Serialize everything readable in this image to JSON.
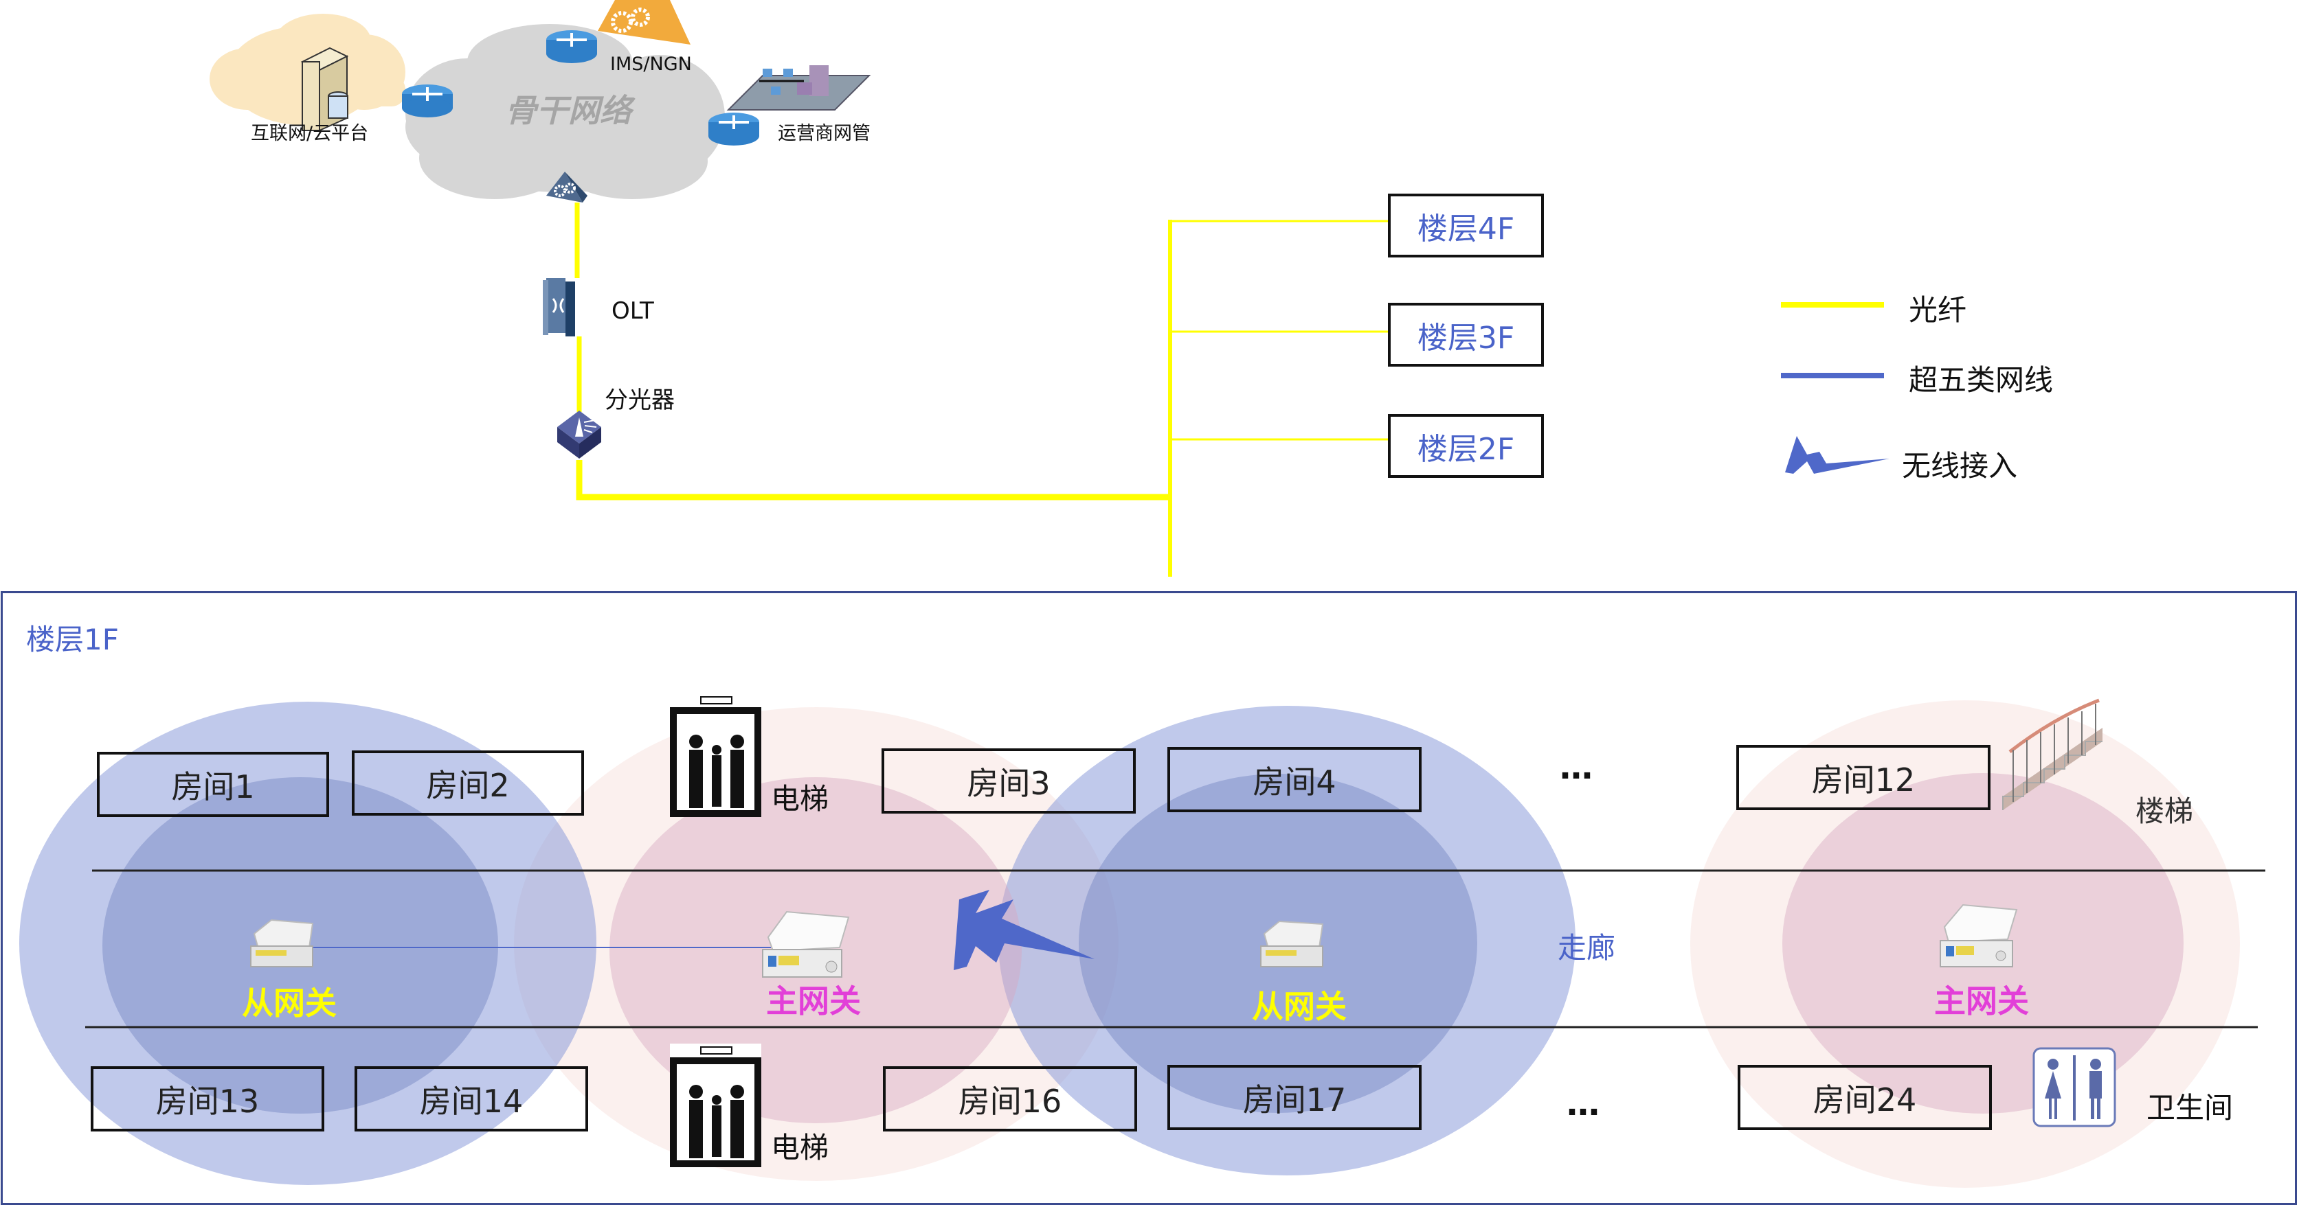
{
  "backbone": {
    "cloud_label": "骨干网络",
    "internet_label": "互联网/云平台",
    "ims_label": "IMS/NGN",
    "operator_label": "运营商网管"
  },
  "access": {
    "olt_label": "OLT",
    "splitter_label": "分光器"
  },
  "floors": [
    {
      "label": "楼层4F"
    },
    {
      "label": "楼层3F"
    },
    {
      "label": "楼层2F"
    }
  ],
  "legend": {
    "items": [
      {
        "label": "光纤",
        "color": "#ffff00",
        "kind": "line"
      },
      {
        "label": "超五类网线",
        "color": "#4f68c9",
        "kind": "line"
      },
      {
        "label": "无线接入",
        "color": "#4f68c9",
        "kind": "lightning"
      }
    ]
  },
  "floor1": {
    "title": "楼层1F",
    "top_rooms": [
      "房间1",
      "房间2",
      "房间3",
      "房间4",
      "房间12"
    ],
    "bottom_rooms": [
      "房间13",
      "房间14",
      "房间16",
      "房间17",
      "房间24"
    ],
    "ellipsis_top": "…",
    "ellipsis_bottom": "…",
    "corridor_label": "走廊",
    "elevator_label": "电梯",
    "stairs_label": "楼梯",
    "restroom_label": "卫生间",
    "gateways": [
      {
        "label": "从网关",
        "role": "slave",
        "color": "#ffff00"
      },
      {
        "label": "主网关",
        "role": "master",
        "color": "#e23fd8"
      },
      {
        "label": "从网关",
        "role": "slave",
        "color": "#ffff00"
      },
      {
        "label": "主网关",
        "role": "master",
        "color": "#e23fd8"
      }
    ],
    "colors": {
      "coverage_blue": "#8d9cdb",
      "coverage_pink": "#f6ddd9",
      "frame": "#3a4a8f",
      "title": "#4a63c9"
    }
  }
}
